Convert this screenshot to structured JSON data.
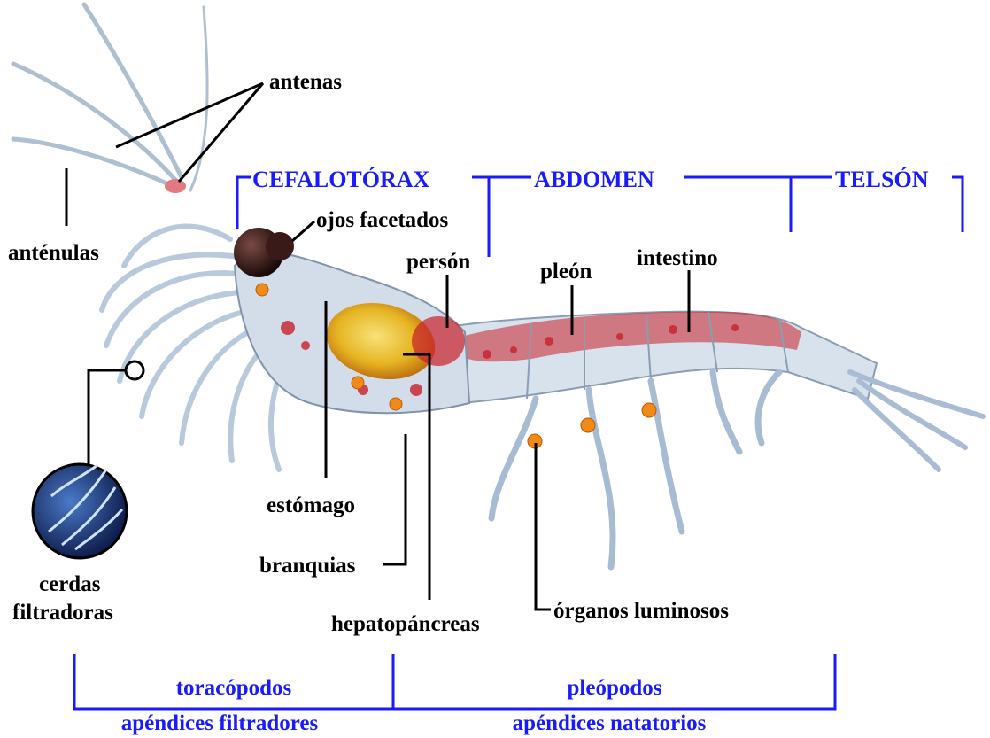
{
  "sections": {
    "cephalothorax": "CEFALOTÓRAX",
    "abdomen": "ABDOMEN",
    "telson": "TELSÓN"
  },
  "labels": {
    "antenas": "antenas",
    "antenulas": "anténulas",
    "ojos": "ojos facetados",
    "person": "persón",
    "pleon": "pleón",
    "intestino": "intestino",
    "estomago": "estómago",
    "branquias": "branquias",
    "hepatopancreas": "hepatopáncreas",
    "organos": "órganos luminosos",
    "cerdas_1": "cerdas",
    "cerdas_2": "filtradoras"
  },
  "appendages": {
    "toracopodos": "toracópodos",
    "toracopodos_desc": "apéndices filtradores",
    "pleopodos": "pleópodos",
    "pleopodos_desc": "apéndices natatorios"
  },
  "colors": {
    "label_text": "#000000",
    "section_blue": "#1a1aff",
    "body_pale": "#c9d6e4",
    "red_spots": "#c8202a",
    "hepato_yellow": "#e6b422",
    "organ_orange": "#f28a18"
  }
}
